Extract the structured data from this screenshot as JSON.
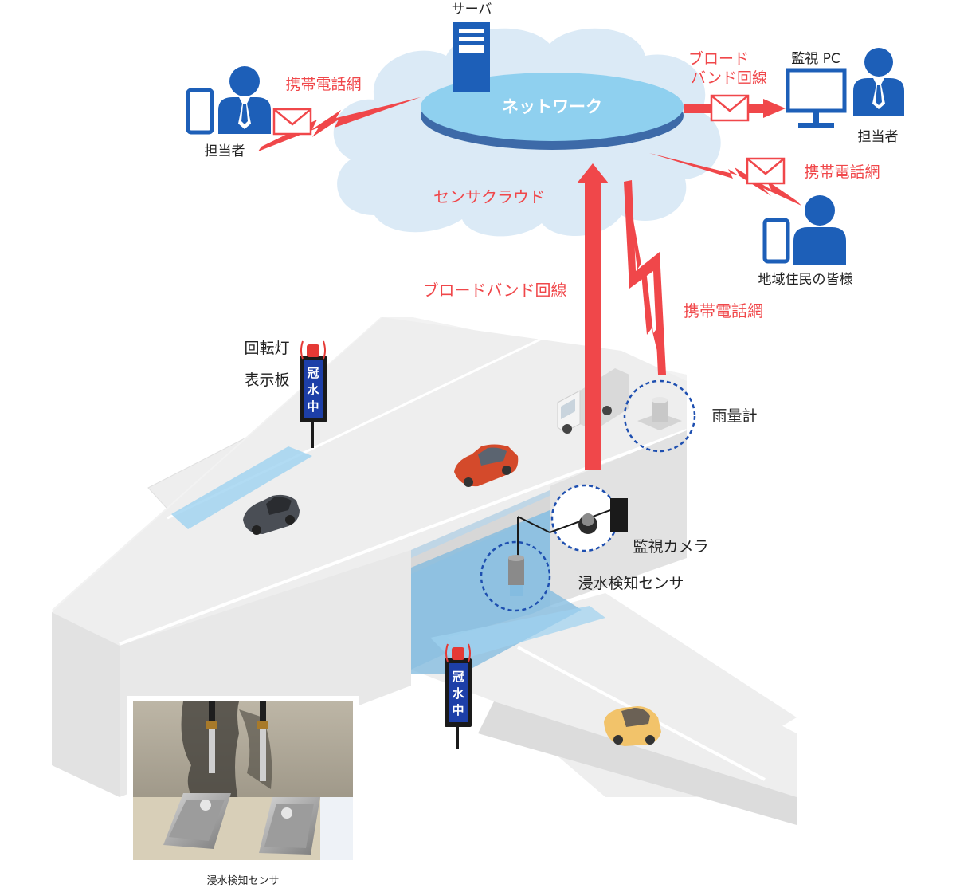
{
  "labels": {
    "server": "サーバ",
    "network": "ネットワーク",
    "sensor_cloud": "センサクラウド",
    "left_person": "担当者",
    "left_link": "携帯電話網",
    "pc_link_line1": "ブロード",
    "pc_link_line2": "バンド回線",
    "monitor_pc": "監視 PC",
    "right_person": "担当者",
    "resident_link": "携帯電話網",
    "residents": "地域住民の皆様",
    "broadband_uplink": "ブロードバンド回線",
    "mobile_uplink": "携帯電話網",
    "rotating_light": "回転灯",
    "display_board": "表示板",
    "sign_text": [
      "冠",
      "水",
      "中"
    ],
    "rain_gauge": "雨量計",
    "camera": "監視カメラ",
    "flood_sensor": "浸水検知センサ",
    "photo_caption": "浸水検知センサ"
  },
  "colors": {
    "link_red": "#f0474a",
    "person_blue": "#1d5fb8",
    "cloud": "#dbeaf6",
    "network": "#8fd0ef",
    "road": "#eeeeee",
    "water": "#9ed2f0",
    "sensor_ring": "#1e4fb0"
  },
  "icons": [
    "server-icon",
    "mail-icon",
    "person-icon",
    "smartphone-icon",
    "monitor-icon",
    "rotating-light-icon",
    "camera-icon",
    "rain-gauge-icon",
    "truck-icon",
    "car-icon"
  ]
}
